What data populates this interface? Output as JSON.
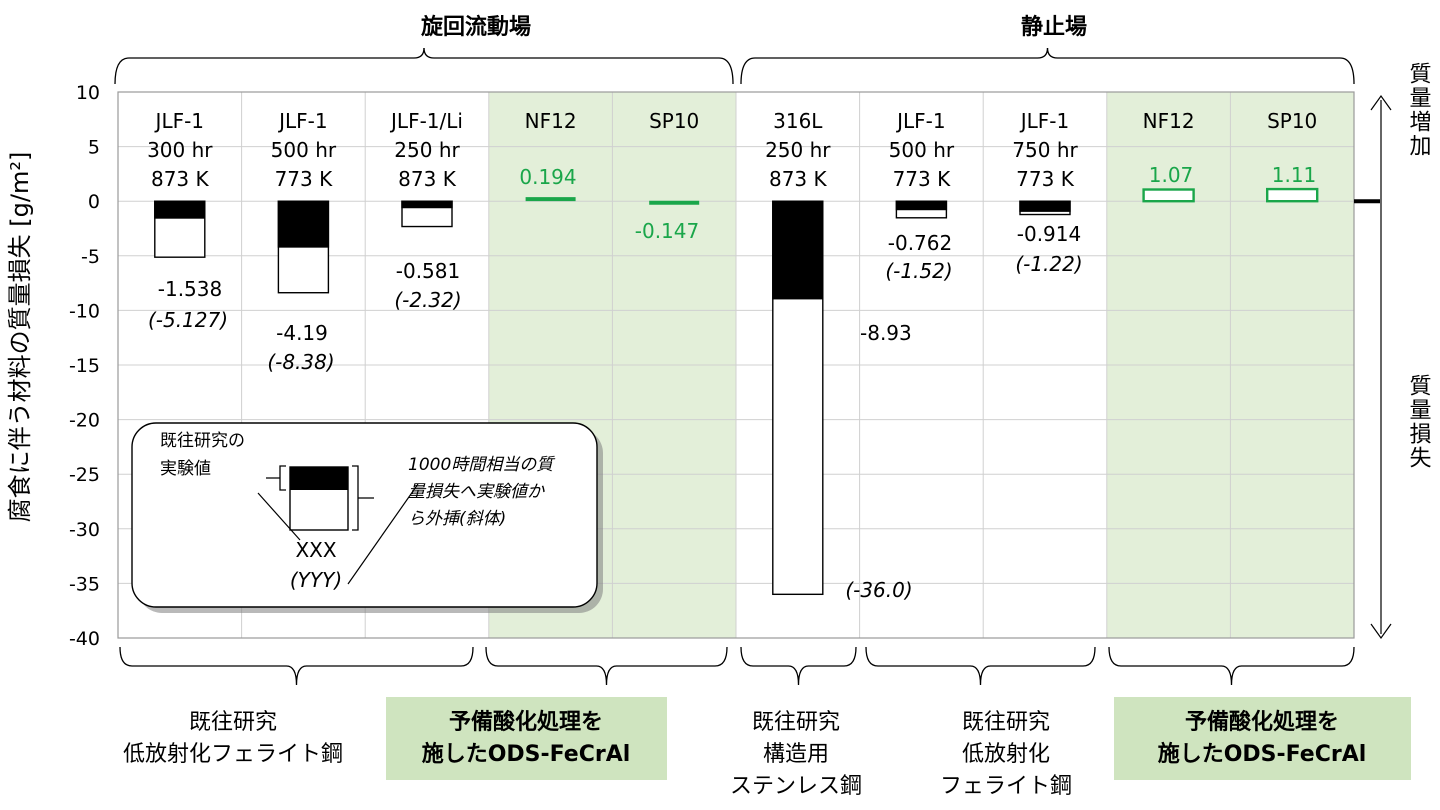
{
  "chart_data": {
    "type": "bar",
    "ylabel": "腐食に伴う材料の質量損失 [g/m²]",
    "ylim": [
      -40,
      10
    ],
    "yticks": [
      10,
      5,
      0,
      -5,
      -10,
      -15,
      -20,
      -25,
      -30,
      -35,
      -40
    ],
    "grid": true,
    "group_titles": [
      "旋回流動場",
      "静止場"
    ],
    "columns": [
      {
        "lines": [
          "JLF-1",
          "300 hr",
          "873 K"
        ],
        "value": -1.538,
        "value_label": "-1.538",
        "extrapolated": -5.127,
        "extrap_label": "(-5.127)",
        "kind": "bar",
        "shaded": false
      },
      {
        "lines": [
          "JLF-1",
          "500 hr",
          "773 K"
        ],
        "value": -4.19,
        "value_label": "-4.19",
        "extrapolated": -8.38,
        "extrap_label": "(-8.38)",
        "kind": "bar",
        "shaded": false
      },
      {
        "lines": [
          "JLF-1/Li",
          "250 hr",
          "873 K"
        ],
        "value": -0.581,
        "value_label": "-0.581",
        "extrapolated": -2.32,
        "extrap_label": "(-2.32)",
        "kind": "bar",
        "shaded": false
      },
      {
        "lines": [
          "NF12"
        ],
        "value": 0.194,
        "value_label": "0.194",
        "kind": "green-line",
        "shaded": true
      },
      {
        "lines": [
          "SP10"
        ],
        "value": -0.147,
        "value_label": "-0.147",
        "kind": "green-line",
        "shaded": true
      },
      {
        "lines": [
          "316L",
          "250 hr",
          "873 K"
        ],
        "value": -8.93,
        "value_label": "-8.93",
        "extrapolated": -36.0,
        "extrap_label": "(-36.0)",
        "kind": "bar",
        "shaded": false
      },
      {
        "lines": [
          "JLF-1",
          "500 hr",
          "773 K"
        ],
        "value": -0.762,
        "value_label": "-0.762",
        "extrapolated": -1.52,
        "extrap_label": "(-1.52)",
        "kind": "bar",
        "shaded": false
      },
      {
        "lines": [
          "JLF-1",
          "750 hr",
          "773 K"
        ],
        "value": -0.914,
        "value_label": "-0.914",
        "extrapolated": -1.22,
        "extrap_label": "(-1.22)",
        "kind": "bar",
        "shaded": false
      },
      {
        "lines": [
          "NF12"
        ],
        "value": 1.07,
        "value_label": "1.07",
        "kind": "green-box",
        "shaded": true
      },
      {
        "lines": [
          "SP10"
        ],
        "value": 1.11,
        "value_label": "1.11",
        "kind": "green-box",
        "shaded": true
      }
    ],
    "bottom_labels": [
      {
        "lines": [
          "既往研究",
          "低放射化フェライト鋼"
        ],
        "highlight": false
      },
      {
        "lines": [
          "予備酸化処理を",
          "施したODS-FeCrAl"
        ],
        "highlight": true
      },
      {
        "lines": [
          "既往研究",
          "構造用",
          "ステンレス鋼"
        ],
        "highlight": false
      },
      {
        "lines": [
          "既往研究",
          "低放射化",
          "フェライト鋼"
        ],
        "highlight": false
      },
      {
        "lines": [
          "予備酸化処理を",
          "施したODS-FeCrAl"
        ],
        "highlight": true
      }
    ],
    "legend": {
      "previous_label_lines": [
        "既往研究の",
        "実験値"
      ],
      "extrap_lines": [
        "1000時間相当の質",
        "量損失へ実験値か",
        "ら外挿(斜体)"
      ],
      "sample_value": "XXX",
      "sample_extrap": "(YYY)"
    },
    "right_labels": {
      "increase": "質量増加",
      "loss": "質量損失"
    }
  },
  "colors": {
    "shade": "#e3efd9",
    "green": "#1aa64a",
    "label_bg": "#cfe4bf",
    "grid": "#d0d0d0"
  }
}
